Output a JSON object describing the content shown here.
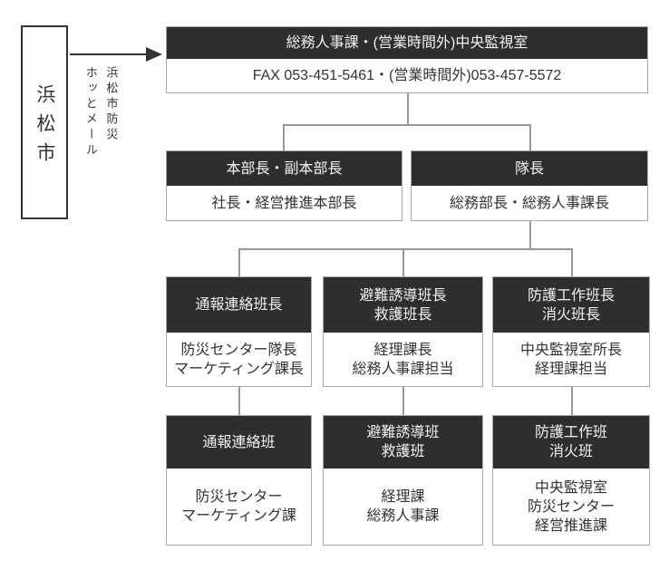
{
  "source_box": {
    "label": "浜松市"
  },
  "channel_label": {
    "line1": "浜松市防災",
    "line2": "ホッとメール"
  },
  "contact_box": {
    "title": "総務人事課・(営業時間外)中央監視室",
    "detail": "FAX 053-451-5461・(営業時間外)053-457-5572"
  },
  "row2": [
    {
      "title": "本部長・副本部長",
      "detail": "社長・経営推進本部長"
    },
    {
      "title": "隊長",
      "detail": "総務部長・総務人事課長"
    }
  ],
  "row3": [
    {
      "title_lines": [
        "通報連絡班長"
      ],
      "detail_lines": [
        "防災センター隊長",
        "マーケティング課長"
      ]
    },
    {
      "title_lines": [
        "避難誘導班長",
        "救護班長"
      ],
      "detail_lines": [
        "経理課長",
        "総務人事課担当"
      ]
    },
    {
      "title_lines": [
        "防護工作班長",
        "消火班長"
      ],
      "detail_lines": [
        "中央監視室所長",
        "経理課担当"
      ]
    }
  ],
  "row4": [
    {
      "title_lines": [
        "通報連絡班"
      ],
      "detail_lines": [
        "防災センター",
        "マーケティング課"
      ]
    },
    {
      "title_lines": [
        "避難誘導班",
        "救護班"
      ],
      "detail_lines": [
        "経理課",
        "総務人事課"
      ]
    },
    {
      "title_lines": [
        "防護工作班",
        "消火班"
      ],
      "detail_lines": [
        "中央監視室",
        "防災センター",
        "経営推進課"
      ]
    }
  ],
  "colors": {
    "header_bg": "#2e2e2e",
    "header_text": "#f2f2f2",
    "body_text": "#333333",
    "box_border": "#a9a9a9",
    "connector": "#979797",
    "accent_dark": "#333333"
  }
}
